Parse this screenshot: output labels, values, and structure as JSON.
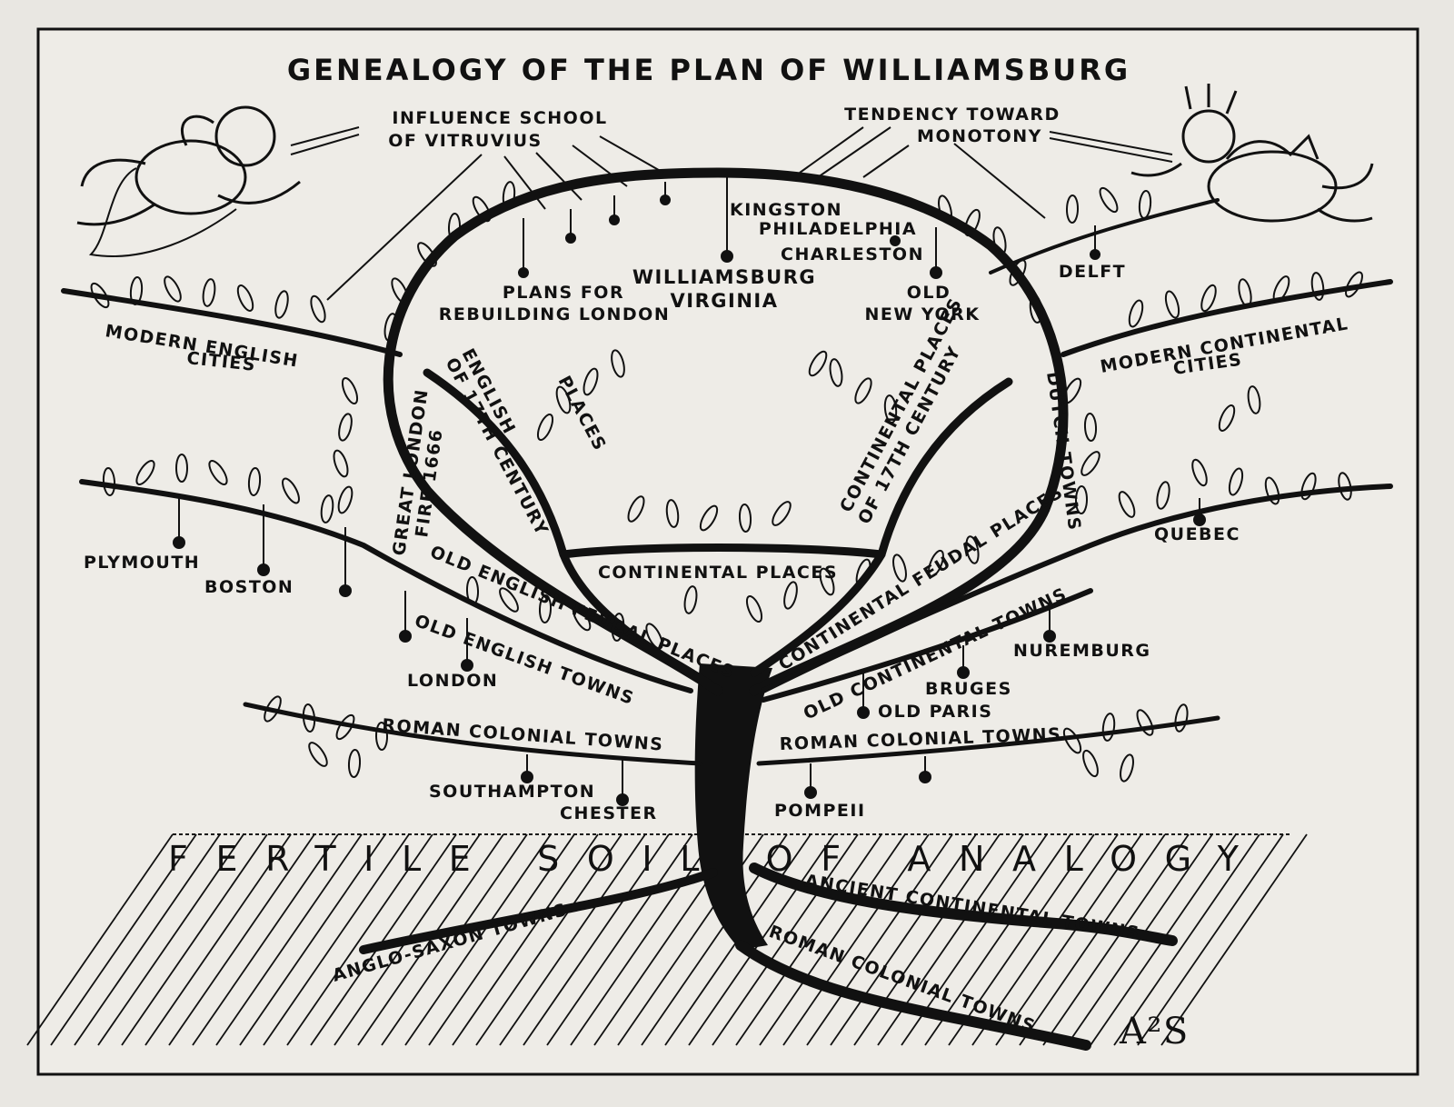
{
  "title": "GENEALOGY OF THE PLAN OF WILLIAMSBURG",
  "top_left_caption": [
    "INFLUENCE SCHOOL",
    "OF VITRUVIUS"
  ],
  "top_right_caption": [
    "TENDENCY TOWARD",
    "MONOTONY"
  ],
  "crown_labels": {
    "williamsburg": [
      "WILLIAMSBURG",
      "VIRGINIA"
    ],
    "plans_rebuilding": [
      "PLANS FOR",
      "REBUILDING LONDON"
    ],
    "kingston": "KINGSTON",
    "philadelphia": "PHILADELPHIA",
    "charleston": "CHARLESTON",
    "old_new_york": [
      "OLD",
      "NEW YORK"
    ],
    "delft": "DELFT"
  },
  "branch_labels": {
    "modern_english_cities": [
      "MODERN ENGLISH",
      "CITIES"
    ],
    "modern_continental_cities": [
      "MODERN CONTINENTAL",
      "CITIES"
    ],
    "english_places_17c": [
      "ENGLISH",
      "PLACES",
      "OF 17TH CENTURY"
    ],
    "continental_places_17c": [
      "CONTINENTAL PLACES",
      "OF 17TH CENTURY"
    ],
    "great_london_fire": [
      "GREAT LONDON",
      "FIRE 1666"
    ],
    "dutch_towns": "DUTCH TOWNS",
    "continental_places": "CONTINENTAL PLACES",
    "old_english_feudal_places": "OLD ENGLISH FEUDAL PLACES",
    "continental_feudal_places": "CONTINENTAL FEUDAL PLACES",
    "old_english_towns": "OLD ENGLISH TOWNS",
    "old_continental_towns": "OLD CONTINENTAL TOWNS",
    "roman_colonial_towns_left": "ROMAN COLONIAL TOWNS",
    "roman_colonial_towns_right": "ROMAN COLONIAL TOWNS"
  },
  "city_labels": {
    "plymouth": "PLYMOUTH",
    "boston": "BOSTON",
    "london": "LONDON",
    "quebec": "QUEBEC",
    "nuremburg": "NUREMBURG",
    "bruges": "BRUGES",
    "old_paris": "OLD PARIS",
    "southampton": "SOUTHAMPTON",
    "chester": "CHESTER",
    "pompeii": "POMPEII"
  },
  "soil_label": "FERTILE SOIL OF ANALOGY",
  "root_labels": {
    "anglo_saxon_towns": "ANGLO-SAXON TOWNS",
    "ancient_continental_towns": "ANCIENT CONTINENTAL TOWNS",
    "roman_colonial_towns_root": "ROMAN COLONIAL TOWNS"
  },
  "signature": "A²S",
  "colors": {
    "paper": "#e9e7e2",
    "ink": "#111111"
  }
}
